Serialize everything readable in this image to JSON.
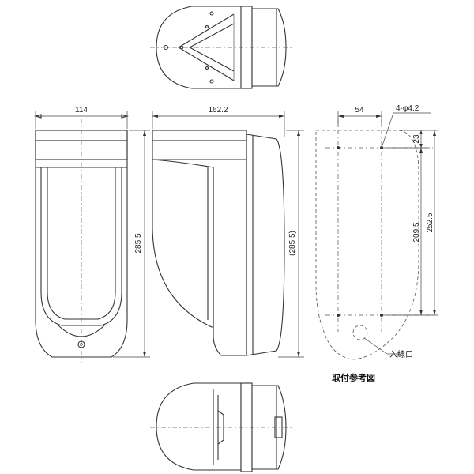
{
  "dimensions": {
    "front_width": "114",
    "front_height": "285.5",
    "side_depth": "162.2",
    "side_height": "(285.5)",
    "mount_spacing": "54",
    "mount_holes": "4-φ4.2",
    "mount_top_offset": "23",
    "mount_hole_pitch": "209.5",
    "mount_total": "252.5"
  },
  "labels": {
    "cable_entry": "入線口",
    "mounting_reference": "取付参考図"
  }
}
